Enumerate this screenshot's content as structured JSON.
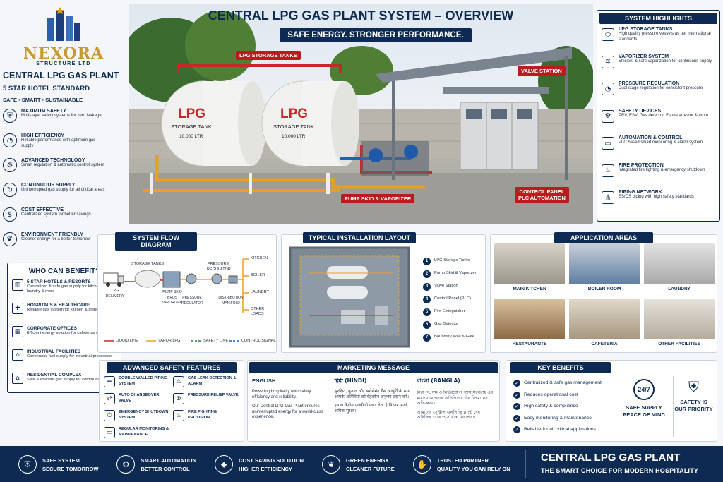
{
  "brand": {
    "name": "NEXORA",
    "sub": "STRUCTURE LTD"
  },
  "left": {
    "title": "CENTRAL LPG GAS PLANT",
    "subtitle": "5 STAR HOTEL STANDARD",
    "tagline": "SAFE • SMART • SUSTAINABLE",
    "features": [
      {
        "icon": "shield-icon",
        "title": "MAXIMUM SAFETY",
        "desc": "Multi-layer safety systems for zero leakage"
      },
      {
        "icon": "gauge-icon",
        "title": "HIGH EFFICIENCY",
        "desc": "Reliable performance with optimum gas supply"
      },
      {
        "icon": "gear-icon",
        "title": "ADVANCED TECHNOLOGY",
        "desc": "Smart regulation & automatic control system"
      },
      {
        "icon": "refresh-icon",
        "title": "CONTINUOUS SUPPLY",
        "desc": "Uninterrupted gas supply for all critical areas"
      },
      {
        "icon": "coins-icon",
        "title": "COST EFFECTIVE",
        "desc": "Centralized system for better savings"
      },
      {
        "icon": "leaf-icon",
        "title": "ENVIRONMENT FRIENDLY",
        "desc": "Cleaner energy for a better tomorrow"
      }
    ],
    "benefit_title": "WHO CAN BENEFIT?",
    "benefits": [
      {
        "icon": "hotel-icon",
        "title": "5 STAR HOTELS & RESORTS",
        "desc": "Centralized & safe gas supply for kitchens, laundry & more"
      },
      {
        "icon": "hospital-icon",
        "title": "HOSPITALS & HEALTHCARE",
        "desc": "Reliable gas system for kitchen & sterilization"
      },
      {
        "icon": "office-icon",
        "title": "CORPORATE OFFICES",
        "desc": "Efficient energy solution for cafeterias & pantry"
      },
      {
        "icon": "factory-icon",
        "title": "INDUSTRIAL FACILITIES",
        "desc": "Continuous fuel supply for industrial processes"
      },
      {
        "icon": "home-icon",
        "title": "RESIDENTIAL COMPLEX",
        "desc": "Safe & efficient gas supply for communities"
      }
    ]
  },
  "hero": {
    "title": "CENTRAL LPG GAS PLANT SYSTEM – OVERVIEW",
    "subtitle": "SAFE ENERGY. STRONGER PERFORMANCE.",
    "tank_lpg": "LPG",
    "tank_label": "STORAGE TANK",
    "tank_cap": "10,000 LTR",
    "labels": {
      "tanks": "LPG STORAGE TANKS",
      "valve": "VALVE STATION",
      "pump": "PUMP SKID & VAPORIZER",
      "panel": "CONTROL PANEL\nPLC AUTOMATION"
    }
  },
  "highlights": {
    "title": "SYSTEM HIGHLIGHTS",
    "items": [
      {
        "icon": "tank-icon",
        "title": "LPG STORAGE TANKS",
        "desc": "High quality pressure vessels as per international standards"
      },
      {
        "icon": "vaporizer-icon",
        "title": "VAPORIZER SYSTEM",
        "desc": "Efficient & safe vaporization for continuous supply"
      },
      {
        "icon": "gauge-icon",
        "title": "PRESSURE REGULATION",
        "desc": "Dual stage regulation for consistent pressure"
      },
      {
        "icon": "gear-icon",
        "title": "SAFETY DEVICES",
        "desc": "PRV, ESV, Gas detector, Flame arrestor & more"
      },
      {
        "icon": "monitor-icon",
        "title": "AUTOMATION & CONTROL",
        "desc": "PLC based smart monitoring & alarm system"
      },
      {
        "icon": "fire-icon",
        "title": "FIRE PROTECTION",
        "desc": "Integrated fire fighting & emergency shutdown"
      },
      {
        "icon": "network-icon",
        "title": "PIPING NETWORK",
        "desc": "SS/CS piping with high safety standards"
      }
    ]
  },
  "flow": {
    "title": "SYSTEM FLOW DIAGRAM",
    "storage": "STORAGE TANKS",
    "truck": "LPG DELIVERY",
    "pump": "PUMP SKID BRDS VAPORIZER",
    "preg": "PRESSURE REGULATOR",
    "preg2": "PRESSURE REGULATOR",
    "manifold": "DISTRIBUTION MANIFOLD",
    "outputs": [
      "KITCHEN",
      "BOILER",
      "LAUNDRY",
      "OTHER LOADS"
    ],
    "legend": [
      "LIQUID LPG",
      "VAPOR LPG",
      "SAFETY LINE",
      "CONTROL SIGNAL"
    ],
    "colors": {
      "liquid": "#c62828",
      "vapor": "#f0a020",
      "safety": "#2e7d32",
      "control": "#1565c0"
    }
  },
  "layout": {
    "title": "TYPICAL INSTALLATION LAYOUT",
    "items": [
      "LPG Storage Tanks",
      "Pump Skid & Vaporizer",
      "Valve Station",
      "Control Panel (PLC)",
      "Fire Extinguisher",
      "Gas Detector",
      "Boundary Wall & Gate"
    ]
  },
  "apps": {
    "title": "APPLICATION AREAS",
    "items": [
      "MAIN KITCHEN",
      "BOILER ROOM",
      "LAUNDRY",
      "RESTAURANTS",
      "CAFETERIA",
      "OTHER FACILITIES"
    ]
  },
  "safety": {
    "title": "ADVANCED SAFETY FEATURES",
    "items": [
      {
        "icon": "pipe-icon",
        "text": "DOUBLE WALLED PIPING SYSTEM"
      },
      {
        "icon": "alert-icon",
        "text": "GAS LEAK DETECTION & ALARM"
      },
      {
        "icon": "switch-icon",
        "text": "AUTO CHANGEOVER VALVE"
      },
      {
        "icon": "valve-icon",
        "text": "PRESSURE RELIEF VALVE"
      },
      {
        "icon": "power-icon",
        "text": "EMERGENCY SHUTDOWN SYSTEM"
      },
      {
        "icon": "fire-icon",
        "text": "FIRE FIGHTING PROVISION"
      },
      {
        "icon": "monitor-icon",
        "text": "REGULAR MONITORING & MAINTENANCE"
      }
    ]
  },
  "marketing": {
    "title": "MARKETING MESSAGE",
    "en_head": "ENGLISH",
    "en_p1": "Powering hospitality with safety, efficiency and reliability.",
    "en_p2": "Our Central LPG Gas Plant ensures uninterrupted energy for a world-class experience.",
    "hi_head": "हिंदी (HINDI)",
    "hi_p1": "सुरक्षित, कुशल और भरोसेमंद गैस आपूर्ति के साथ आपके अतिथियों को बेहतरीन अनुभव प्रदान करें।",
    "hi_p2": "हमारा केंद्रीय एलपीजी प्लांट देता है निरंतर ऊर्जा, अधिक सुरक्षा।",
    "bn_head": "বাংলা (BANGLA)",
    "bn_p1": "নিরাপদ, দক্ষ ও নির্ভরযোগ্য গ্যাস সরবরাহ এর মাধ্যমে আপনার অতিথিদের দিন বিশ্বমানের অভিজ্ঞতা।",
    "bn_p2": "আমাদের সেন্ট্রাল এলপিজি প্ল্যান্ট দেয় অবিচ্ছিন্ন শক্তি ও সর্বোচ্চ নিরাপত্তা।"
  },
  "benefits": {
    "title": "KEY BENEFITS",
    "items": [
      "Centralized & safe gas management",
      "Reduces operational cost",
      "High safety & compliance",
      "Easy monitoring & maintenance",
      "Reliable for all critical applications"
    ],
    "badge1_big": "24/7",
    "badge1": "SAFE SUPPLY PEACE OF MIND",
    "badge2": "SAFETY IS OUR PRIORITY"
  },
  "footer": {
    "items": [
      {
        "icon": "shield-icon",
        "l1": "SAFE SYSTEM",
        "l2": "SECURE TOMORROW"
      },
      {
        "icon": "gear-icon",
        "l1": "SMART AUTOMATION",
        "l2": "BETTER CONTROL"
      },
      {
        "icon": "drop-icon",
        "l1": "COST SAVING SOLUTION",
        "l2": "HIGHER EFFICIENCY"
      },
      {
        "icon": "leaf-icon",
        "l1": "GREEN ENERGY",
        "l2": "CLEANER FUTURE"
      },
      {
        "icon": "handshake-icon",
        "l1": "TRUSTED PARTNER",
        "l2": "QUALITY YOU CAN RELY ON"
      }
    ],
    "title": "CENTRAL LPG GAS PLANT",
    "subtitle": "THE SMART CHOICE FOR MODERN HOSPITALITY"
  }
}
